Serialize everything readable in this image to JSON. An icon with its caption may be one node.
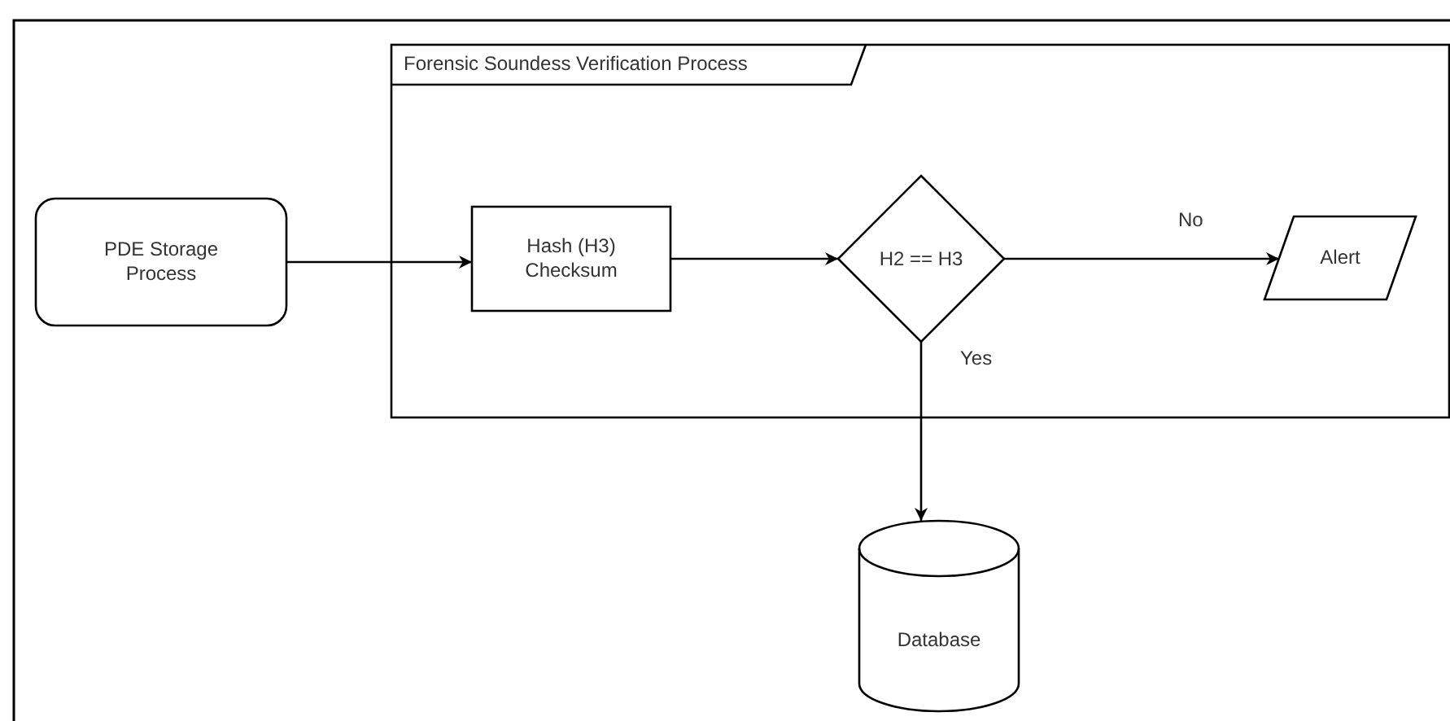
{
  "diagram": {
    "nodes": [
      {
        "text": [
          "Forensic Soundess Verification Process"
        ]
      },
      {
        "text": [
          "PDE Storage Process"
        ]
      },
      {
        "text": [
          "Hash (H3) Checksum"
        ],
        "in": 0
      },
      {
        "text": [
          "H2 == H3"
        ],
        "in": 0
      },
      {
        "text": [
          "Alert"
        ],
        "in": 0
      },
      {
        "text": [
          "Database"
        ]
      }
    ],
    "edges": [
      {
        "from": 1,
        "to": 2,
        "arrow": "to"
      },
      {
        "from": 2,
        "to": 3,
        "arrow": "to"
      },
      {
        "from": 3,
        "to": 4,
        "arrow": "to",
        "label": "No"
      },
      {
        "from": 3,
        "to": 5,
        "arrow": "to",
        "label": "Yes"
      }
    ]
  }
}
